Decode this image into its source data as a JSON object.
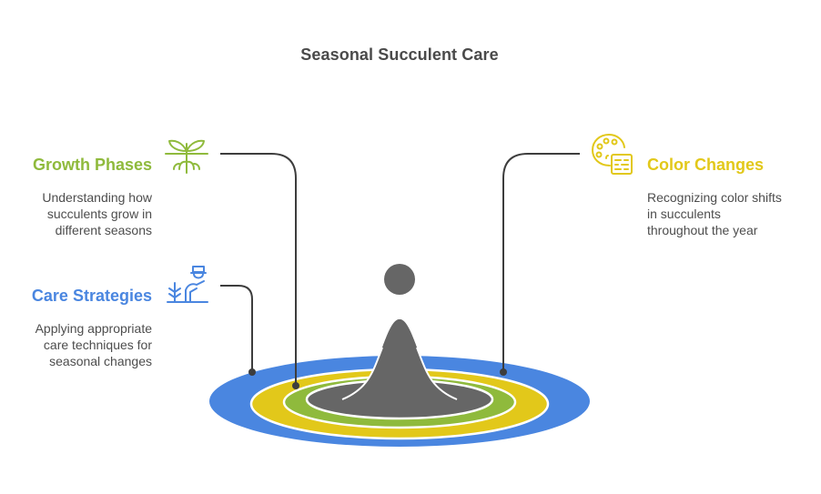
{
  "title": "Seasonal Succulent Care",
  "colors": {
    "growth": "#8fba3c",
    "care": "#4a86e0",
    "color_changes": "#e2c81a",
    "core": "#666666",
    "connector": "#3d3d3d",
    "title": "#4a4a4a",
    "text": "#4d4d4d"
  },
  "items": [
    {
      "id": "growth-phases",
      "heading": "Growth Phases",
      "description_lines": [
        "Understanding how",
        "succulents grow in",
        "different seasons"
      ],
      "icon": "sprout-roots-icon",
      "ring": "green"
    },
    {
      "id": "care-strategies",
      "heading": "Care Strategies",
      "description_lines": [
        "Applying appropriate",
        "care techniques for",
        "seasonal changes"
      ],
      "icon": "gardener-plant-icon",
      "ring": "blue"
    },
    {
      "id": "color-changes",
      "heading": "Color Changes",
      "description_lines": [
        "Recognizing color shifts",
        "in succulents",
        "throughout the year"
      ],
      "icon": "palette-swatch-icon",
      "ring": "yellow"
    }
  ]
}
